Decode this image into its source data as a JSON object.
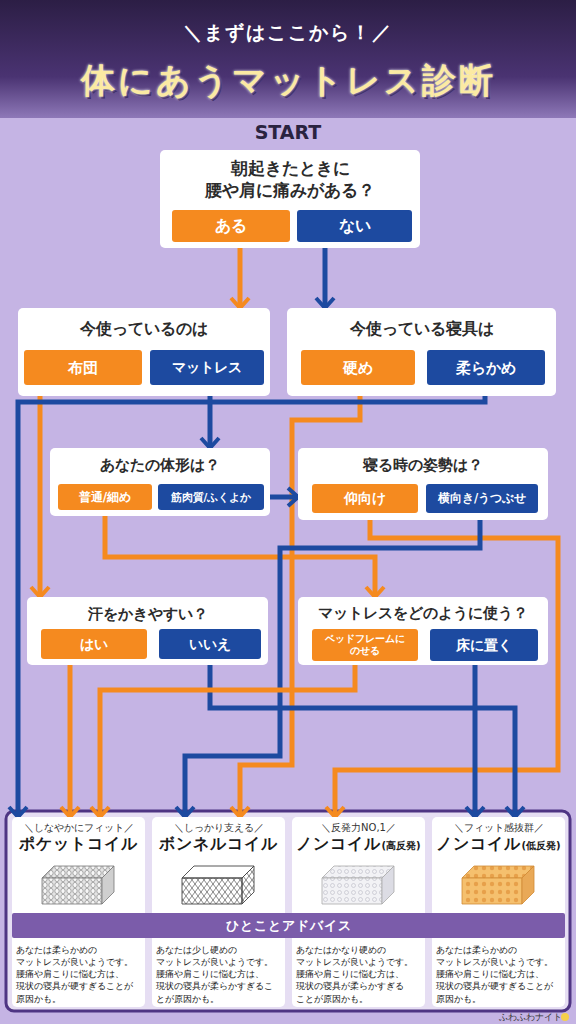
{
  "diagram": {
    "title": "体にあうマットレス診断",
    "nodes": [
      {
        "text": [
          "朝起きたときに 腰や肩に痛みがある？"
        ]
      },
      {
        "text": [
          "ある"
        ],
        "in": 0
      },
      {
        "text": [
          "ない"
        ],
        "in": 0
      },
      {
        "text": [
          "今使っているのは"
        ]
      },
      {
        "text": [
          "布団"
        ],
        "in": 3
      },
      {
        "text": [
          "マットレス"
        ],
        "in": 3
      },
      {
        "text": [
          "今使っている寝具は"
        ]
      },
      {
        "text": [
          "硬め"
        ],
        "in": 6
      },
      {
        "text": [
          "柔らかめ"
        ],
        "in": 6
      },
      {
        "text": [
          "あなたの体形は？"
        ]
      },
      {
        "text": [
          "普通/細め"
        ],
        "in": 9
      },
      {
        "text": [
          "筋肉質/ふくよか"
        ],
        "in": 9
      },
      {
        "text": [
          "寝る時の姿勢は？"
        ]
      },
      {
        "text": [
          "仰向け"
        ],
        "in": 12
      },
      {
        "text": [
          "横向き/うつぶせ"
        ],
        "in": 12
      },
      {
        "text": [
          "汗をかきやすい？"
        ]
      },
      {
        "text": [
          "はい"
        ],
        "in": 15
      },
      {
        "text": [
          "いいえ"
        ],
        "in": 15
      },
      {
        "text": [
          "マットレスをどのように使う？"
        ]
      },
      {
        "text": [
          "ベッドフレームに のせる"
        ],
        "in": 18
      },
      {
        "text": [
          "床に置く"
        ],
        "in": 18
      },
      {
        "text": [
          "＼しなやかにフィット／",
          "ポケットコイル",
          "あなたは柔らかめの マットレスが良いようです。 腰痛や肩こりに悩む方は、 現状の寝具が硬すぎることが 原因かも。"
        ]
      },
      {
        "text": [
          "＼しっかり支える／",
          "ボンネルコイル",
          "あなたは少し硬めの マットレスが良いようです。 腰痛や肩こりに悩む方は、 現状の寝具が柔らかすぎるこ とが原因かも。"
        ]
      },
      {
        "text": [
          "＼反発力NO,1／",
          "ノンコイル",
          "(高反発)",
          "あなたはかなり硬めの マットレスが良いようです。 腰痛や肩こりに悩む方は、 現状の寝具が柔らかすぎる ことが原因かも。"
        ]
      },
      {
        "text": [
          "＼フィット感抜群／",
          "ノンコイル",
          "(低反発)",
          "あなたは柔らかめの マットレスが良いようです。 腰痛や肩こりに悩む方は、 現状の寝具が硬すぎることが 原因かも。"
        ]
      },
      {
        "text": [
          "ひとことアドバイス"
        ]
      }
    ],
    "edges": [
      {
        "from": 1,
        "to": 3,
        "arrow": "to"
      },
      {
        "from": 2,
        "to": 6,
        "arrow": "to"
      },
      {
        "from": 4,
        "to": 15,
        "arrow": "to"
      },
      {
        "from": 5,
        "to": 9,
        "arrow": "to"
      },
      {
        "from": 7,
        "to": 22,
        "arrow": "to"
      },
      {
        "from": 8,
        "to": 21,
        "arrow": "to"
      },
      {
        "from": 10,
        "to": 18,
        "arrow": "to"
      },
      {
        "from": 11,
        "to": 12,
        "arrow": "to"
      },
      {
        "from": 13,
        "to": 23,
        "arrow": "to"
      },
      {
        "from": 14,
        "to": 22,
        "arrow": "to"
      },
      {
        "from": 16,
        "to": 21,
        "arrow": "to"
      },
      {
        "from": 17,
        "to": 24,
        "arrow": "to"
      },
      {
        "from": 19,
        "to": 21,
        "arrow": "to"
      },
      {
        "from": 20,
        "to": 24,
        "arrow": "to"
      }
    ],
    "labels": [
      "＼まずはここから！／",
      "START",
      "ふわふわナイト"
    ]
  }
}
